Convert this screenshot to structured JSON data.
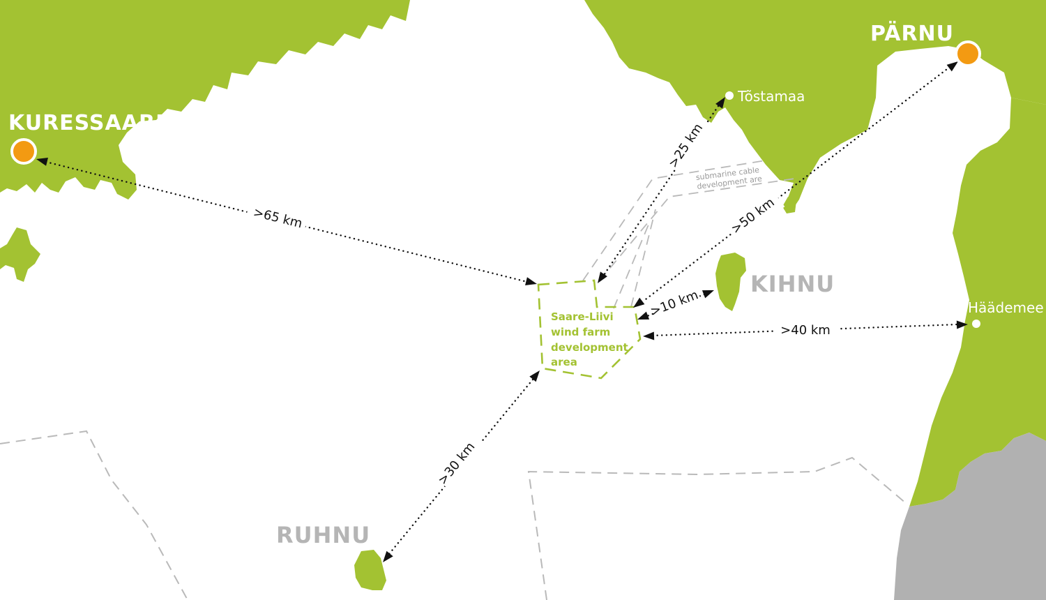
{
  "colors": {
    "land": "#a3c232",
    "neighbour_land": "#b1b1b1",
    "sea": "#ffffff",
    "city_marker": "#f39a12",
    "island_label": "#b5b5b5",
    "distance_line": "#111111"
  },
  "cities": {
    "kuressaare": "KURESSAARE",
    "parnu": "PÄRNU"
  },
  "towns": {
    "tostamaa": "Tõstamaa",
    "haademeeste": "Häädemee"
  },
  "islands": {
    "kihnu": "KIHNU",
    "ruhnu": "RUHNU"
  },
  "wind_farm": {
    "lines": [
      "Saare-Liivi",
      "wind farm",
      "development",
      "area"
    ]
  },
  "cable_area": {
    "lines": [
      "submarine cable",
      "development are"
    ]
  },
  "distances": {
    "kuressaare": ">65 km",
    "tostamaa": ">25 km",
    "parnu": ">50 km",
    "kihnu": ">10 km",
    "haademeeste": ">40 km",
    "ruhnu": ">30 km"
  },
  "icons": [
    "city-marker-icon",
    "town-dot-icon",
    "arrowhead-icon"
  ]
}
